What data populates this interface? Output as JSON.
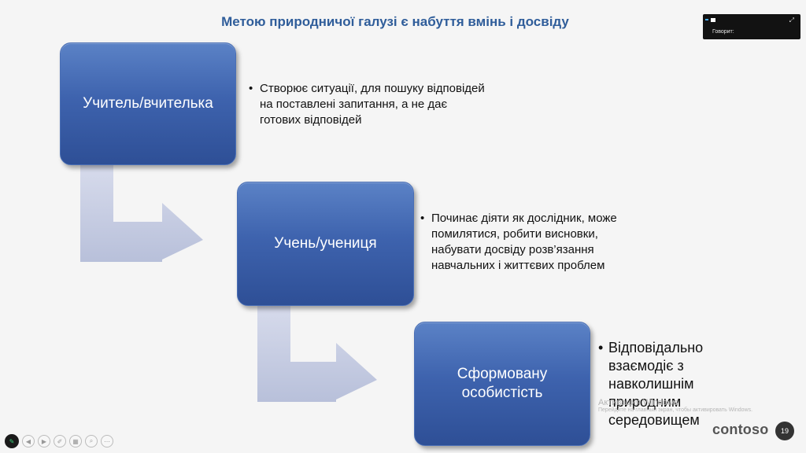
{
  "slide": {
    "title": "Метою природничої галузі є набуття вмінь і досвіду",
    "steps": [
      {
        "label": "Учитель/вчителька",
        "bullet": "Створює ситуації, для пошуку відповідей на поставлені запитання, а не дає готових відповідей"
      },
      {
        "label": "Учень/учениця",
        "bullet": "Починає діяти як дослідник, може помилятися, робити висновки, набувати досвіду розв’язання навчальних і життєвих проблем"
      },
      {
        "label": "Сформовану особистість",
        "bullet": "Відповідально взаємодіє з навколишнім природним середовищем"
      }
    ],
    "bullet_char": "•",
    "brand": "contoso",
    "page_number": "19",
    "colors": {
      "box": "#3e63ae",
      "title": "#2f5d9a",
      "arrow": "#c9cfe3"
    }
  },
  "recording": {
    "status": "Говорит:"
  },
  "watermark": {
    "line1": "Активация Windows",
    "line2": "Перейдите на главный экран, чтобы активировать Windows."
  },
  "toolbar": {
    "icons": [
      "pen-icon",
      "next-icon",
      "pen-tool-icon",
      "slides-icon",
      "zoom-icon",
      "more-icon"
    ]
  }
}
